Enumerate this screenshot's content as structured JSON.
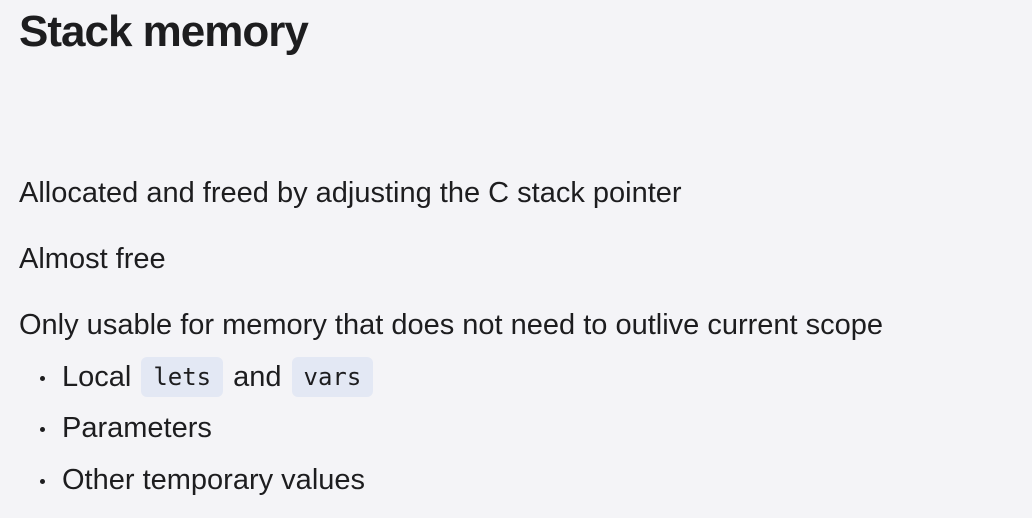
{
  "slide": {
    "title": "Stack memory",
    "paragraphs": [
      "Allocated and freed by adjusting the C stack pointer",
      "Almost free",
      "Only usable for memory that does not need to outlive current scope"
    ],
    "bullets": {
      "local_prefix": "Local",
      "code_lets": "lets",
      "conjunction": "and",
      "code_vars": "vars",
      "parameters": "Parameters",
      "other": "Other temporary values"
    }
  }
}
